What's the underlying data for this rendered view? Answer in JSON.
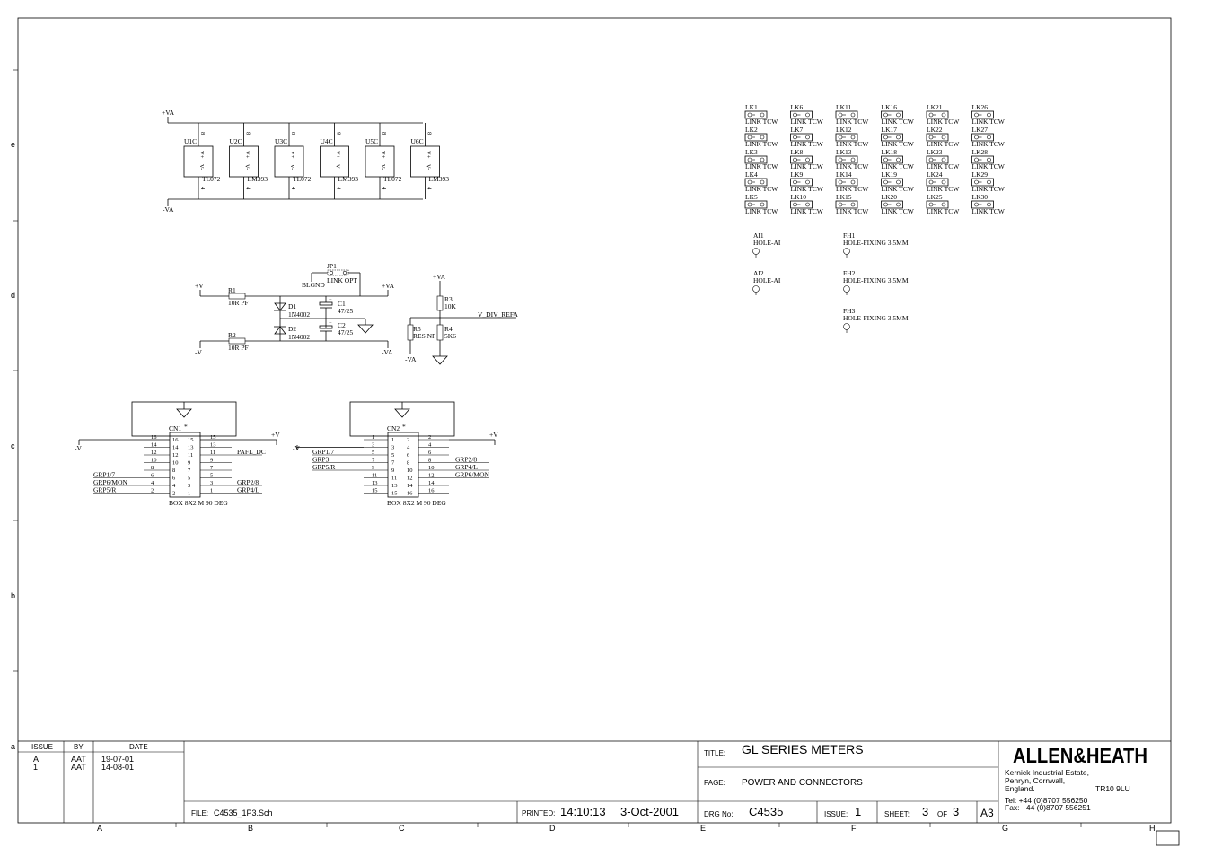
{
  "title_block": {
    "issue_header": "ISSUE",
    "by_header": "BY",
    "date_header": "DATE",
    "revisions": [
      {
        "issue": "A",
        "by": "AAT",
        "date": "19-07-01"
      },
      {
        "issue": "1",
        "by": "AAT",
        "date": "14-08-01"
      }
    ],
    "title_label": "TITLE:",
    "title": "GL SERIES METERS",
    "page_label": "PAGE:",
    "page": "POWER AND CONNECTORS",
    "file_label": "FILE:",
    "file": "C4535_1P3.Sch",
    "printed_label": "PRINTED:",
    "printed_time": "14:10:13",
    "printed_date": "3-Oct-2001",
    "drg_label": "DRG No:",
    "drg_no": "C4535",
    "issue_label": "ISSUE:",
    "issue": "1",
    "sheet_label": "SHEET:",
    "sheet": "3",
    "of_label": "OF",
    "sheet_total": "3",
    "size": "A3",
    "company": "ALLEN&HEATH",
    "address1": "Kernick Industrial Estate,",
    "address2": "Penryn, Cornwall,",
    "address3": "England.",
    "postcode": "TR10 9LU",
    "tel": "Tel:   +44 (0)8707 556250",
    "fax": "Fax:   +44 (0)8707 556251"
  },
  "border": {
    "columns": [
      "A",
      "B",
      "C",
      "D",
      "E",
      "F",
      "G",
      "H"
    ],
    "rows": [
      "e",
      "d",
      "c",
      "b",
      "a"
    ]
  },
  "power_rails": {
    "vpos": "+VA",
    "vneg": "-VA",
    "units": [
      {
        "ref": "U1C",
        "part": "TL072"
      },
      {
        "ref": "U2C",
        "part": "LM393"
      },
      {
        "ref": "U3C",
        "part": "TL072"
      },
      {
        "ref": "U4C",
        "part": "LM393"
      },
      {
        "ref": "U5C",
        "part": "TL072"
      },
      {
        "ref": "U6C",
        "part": "LM393"
      }
    ],
    "pin_top": "8",
    "pin_bottom": "4",
    "vplus": "V+",
    "vminus": "V-"
  },
  "supply": {
    "jp1": "JP1",
    "jp1_type": "LINK OPT",
    "blgnd": "BLGND",
    "vp": "+V",
    "vn": "-V",
    "vap": "+VA",
    "van": "-VA",
    "r1": "R1",
    "r1_val": "10R PF",
    "r2": "R2",
    "r2_val": "10R PF",
    "d1": "D1",
    "d1_val": "1N4002",
    "d2": "D2",
    "d2_val": "1N4002",
    "c1": "C1",
    "c1_val": "47/25",
    "c2": "C2",
    "c2_val": "47/25",
    "r3": "R3",
    "r3_val": "10K",
    "r4": "R4",
    "r4_val": "5K6",
    "r5": "R5",
    "r5_val": "RES NF",
    "vdiv": "V_DIV_REFA",
    "vap2": "+VA",
    "van2": "-VA"
  },
  "connectors": {
    "cn1": "CN1",
    "cn2": "CN2",
    "type": "BOX 8X2 M 90 DEG",
    "star": "*",
    "vn": "-V",
    "vp": "+V",
    "cn1_right_nets": [
      "PAFL_DC",
      "GRP2/8",
      "GRP4/L"
    ],
    "cn1_left_nets": [
      "GRP1/7",
      "GRP6/MON",
      "GRP5/R"
    ],
    "cn2_left_nets": [
      "GRP1/7",
      "GRP3",
      "GRP5/R"
    ],
    "cn2_right_nets": [
      "GRP2/8",
      "GRP4/L",
      "GRP6/MON"
    ],
    "cn1_outer_right": [
      "15",
      "13",
      "11",
      "9",
      "7",
      "5",
      "3",
      "1"
    ],
    "cn1_outer_left": [
      "16",
      "14",
      "12",
      "10",
      "8",
      "6",
      "4",
      "2"
    ],
    "cn1_inner_right": [
      "15",
      "13",
      "11",
      "9",
      "7",
      "5",
      "3",
      "1"
    ],
    "cn1_inner_left": [
      "16",
      "14",
      "12",
      "10",
      "8",
      "6",
      "4",
      "2"
    ],
    "cn2_outer_left": [
      "1",
      "3",
      "5",
      "7",
      "9",
      "11",
      "13",
      "15"
    ],
    "cn2_outer_right": [
      "2",
      "4",
      "6",
      "8",
      "10",
      "12",
      "14",
      "16"
    ],
    "cn2_inner_left": [
      "1",
      "3",
      "5",
      "7",
      "9",
      "11",
      "13",
      "15"
    ],
    "cn2_inner_right": [
      "2",
      "4",
      "6",
      "8",
      "10",
      "12",
      "14",
      "16"
    ]
  },
  "links": {
    "type": "LINK TCW",
    "columns": [
      [
        "LK1",
        "LK2",
        "LK3",
        "LK4",
        "LK5"
      ],
      [
        "LK6",
        "LK7",
        "LK8",
        "LK9",
        "LK10"
      ],
      [
        "LK11",
        "LK12",
        "LK13",
        "LK14",
        "LK15"
      ],
      [
        "LK16",
        "LK17",
        "LK18",
        "LK19",
        "LK20"
      ],
      [
        "LK21",
        "LK22",
        "LK23",
        "LK24",
        "LK25"
      ],
      [
        "LK26",
        "LK27",
        "LK28",
        "LK29",
        "LK30"
      ]
    ]
  },
  "holes": {
    "ai": [
      {
        "ref": "AI1",
        "type": "HOLE-AI"
      },
      {
        "ref": "AI2",
        "type": "HOLE-AI"
      }
    ],
    "fh": [
      {
        "ref": "FH1",
        "type": "HOLE-FIXING 3.5MM"
      },
      {
        "ref": "FH2",
        "type": "HOLE-FIXING 3.5MM"
      },
      {
        "ref": "FH3",
        "type": "HOLE-FIXING 3.5MM"
      }
    ]
  }
}
